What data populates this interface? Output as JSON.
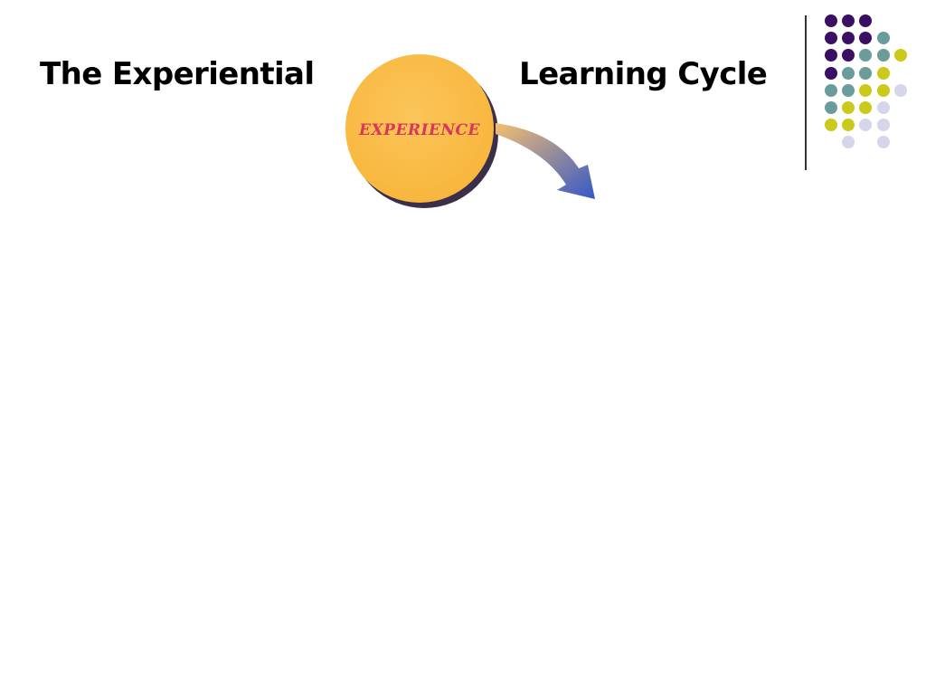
{
  "slide": {
    "title_left": "The Experiential",
    "title_right": "Learning Cycle"
  },
  "diagram": {
    "stage_label": "EXPERIENCE",
    "circle_color": "#F8B53A",
    "shadow_color": "#3A2E4A",
    "label_color": "#D8365A",
    "arrow_color_start": "#F4C070",
    "arrow_color_end": "#3457C8"
  },
  "decoration": {
    "palette": {
      "purple": "#3B0F63",
      "teal": "#6A9C9A",
      "olive": "#C9CA1A",
      "lavender": "#D6D6EA"
    },
    "dot_rows": [
      [
        "purple",
        "purple",
        "purple",
        null,
        null
      ],
      [
        "purple",
        "purple",
        "purple",
        "teal",
        null
      ],
      [
        "purple",
        "purple",
        "teal",
        "teal",
        "olive"
      ],
      [
        "purple",
        "teal",
        "teal",
        "olive",
        null
      ],
      [
        "teal",
        "teal",
        "olive",
        "olive",
        "lavender"
      ],
      [
        "teal",
        "olive",
        "olive",
        "lavender",
        null
      ],
      [
        "olive",
        "olive",
        "lavender",
        "lavender",
        null
      ],
      [
        null,
        "lavender",
        null,
        "lavender",
        null
      ]
    ]
  }
}
